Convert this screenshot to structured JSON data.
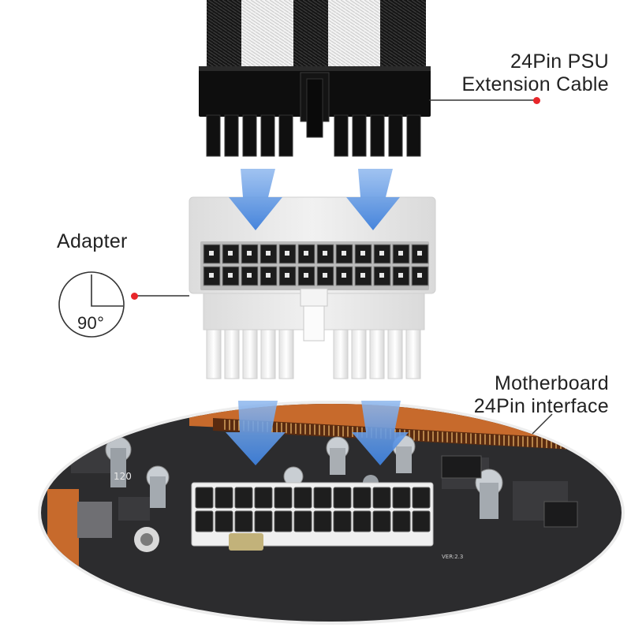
{
  "labels": {
    "cable": [
      "24Pin PSU",
      "Extension Cable"
    ],
    "adapter": "Adapter",
    "angle": "90°",
    "motherboard": [
      "Motherboard",
      "24Pin interface"
    ]
  },
  "board_text": {
    "silk": "120",
    "version": "VER:2.3"
  },
  "colors": {
    "accent_dot": "#e8262a",
    "arrow": "#4f8fe0",
    "sleeve_black": "#1a1a1a",
    "sleeve_white": "#f2f2f2",
    "adapter_body": "#e6e6e6",
    "board": "#2c2c2e",
    "slot": "#c76a2c"
  },
  "icons": [
    "down-arrow-icon",
    "right-angle-icon"
  ]
}
